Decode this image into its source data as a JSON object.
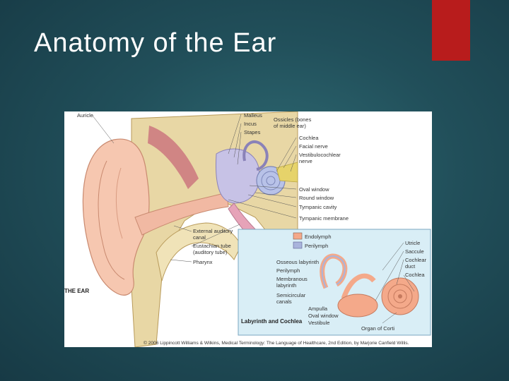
{
  "slide": {
    "title": "Anatomy of the Ear",
    "accent_color": "#b81c1c"
  },
  "figure": {
    "main_label": "THE EAR",
    "inset_title": "Labyrinth and Cochlea",
    "credit": "© 2006 Lippincott Williams & Wilkins, Medical Terminology: The Language of Healthcare, 2nd Edition, by Marjorie Canfield Willis.",
    "labels": {
      "auricle": "Auricle",
      "malleus": "Malleus",
      "incus": "Incus",
      "stapes": "Stapes",
      "ossicles_1": "Ossicles (bones",
      "ossicles_2": "of middle ear)",
      "cochlea": "Cochlea",
      "facial_nerve": "Facial nerve",
      "vestibulocochlear_1": "Vestibulocochlear",
      "vestibulocochlear_2": "nerve",
      "oval_window": "Oval window",
      "round_window": "Round window",
      "tympanic_cavity": "Tympanic cavity",
      "tympanic_membrane": "Tympanic membrane",
      "external_canal_1": "External auditory",
      "external_canal_2": "canal",
      "eustachian_1": "Eustachian tube",
      "eustachian_2": "(auditory tube)",
      "pharynx": "Pharynx"
    },
    "legend": {
      "endolymph": "Endolymph",
      "perilymph": "Perilymph",
      "endolymph_color": "#f4a98a",
      "perilymph_color": "#a9b4dc"
    },
    "inset_labels": {
      "osseous": "Osseous labyrinth",
      "perilymph": "Perilymph",
      "membranous_1": "Membranous",
      "membranous_2": "labyrinth",
      "semicircular_1": "Semicircular",
      "semicircular_2": "canals",
      "ampulla": "Ampulla",
      "oval_window": "Oval window",
      "vestibule": "Vestibule",
      "utricle": "Utricle",
      "saccule": "Saccule",
      "cochlear_duct_1": "Cochlear",
      "cochlear_duct_2": "duct",
      "cochlea": "Cochlea",
      "organ_corti": "Organ of Corti"
    }
  }
}
